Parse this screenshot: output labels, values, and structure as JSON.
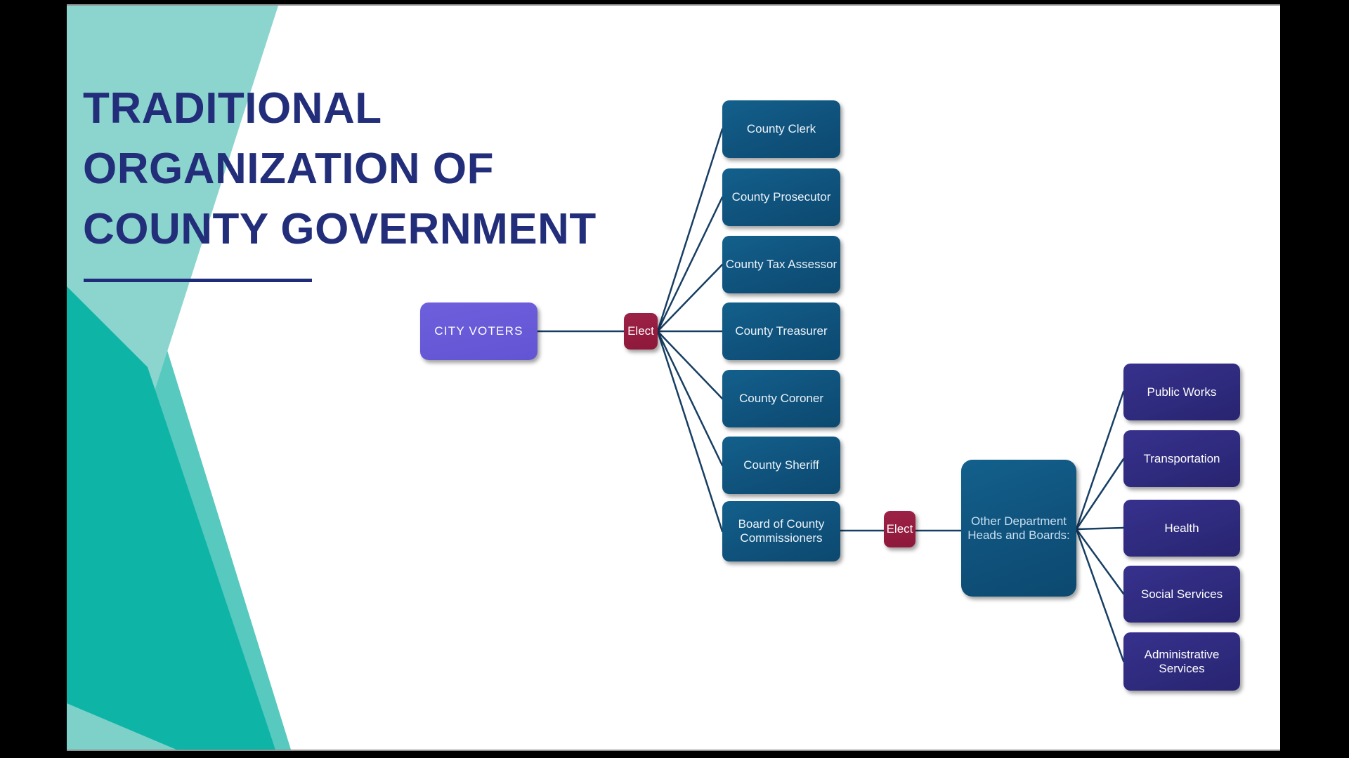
{
  "title": {
    "lines": [
      "TRADITIONAL",
      "ORGANIZATION OF",
      "COUNTY GOVERNMENT"
    ]
  },
  "org_chart": {
    "voters_label": "CITY VOTERS",
    "elect_top_label": "Elect",
    "elect_bottom_label": "Elect",
    "elected_offices": [
      "County Clerk",
      "County Prosecutor",
      "County Tax Assessor",
      "County Treasurer",
      "County Coroner",
      "County Sheriff",
      "Board of County Commissioners"
    ],
    "other_departments_label": "Other Department Heads and Boards:",
    "departments": [
      "Public Works",
      "Transportation",
      "Health",
      "Social Services",
      "Administrative Services"
    ]
  },
  "colors": {
    "title_navy": "#232E7B",
    "underline_navy": "#1F2C7A",
    "county_box_blue": "#0F527C",
    "department_box_indigo": "#2E2A7C",
    "voters_box_purple": "#6557D6",
    "elect_box_maroon": "#951B40",
    "connector_navy": "#173E63",
    "teal_light": "#8BD5CE",
    "teal_band": "#57C9BF",
    "teal_medium": "#3EBFB4",
    "teal_dark": "#0EB5A7",
    "slide_background": "#FFFFFF",
    "letterbox_black": "#000000"
  }
}
